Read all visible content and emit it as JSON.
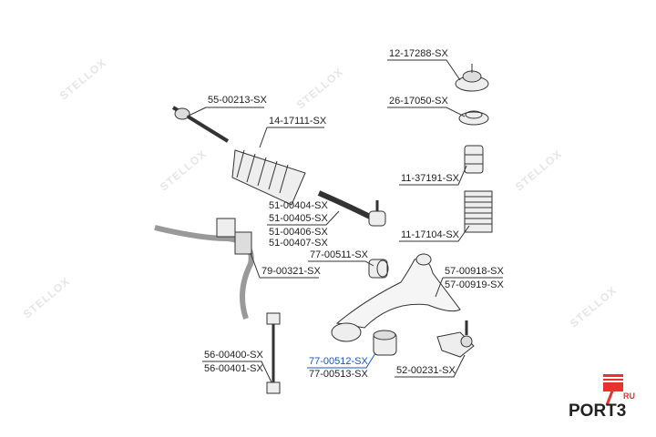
{
  "parts": [
    {
      "id": "55-00213-SX"
    },
    {
      "id": "14-17111-SX"
    },
    {
      "id": "12-17288-SX"
    },
    {
      "id": "26-17050-SX"
    },
    {
      "id": "11-37191-SX"
    },
    {
      "id": "11-17104-SX"
    },
    {
      "id": "51-00404-SX"
    },
    {
      "id": "51-00405-SX"
    },
    {
      "id": "51-00406-SX"
    },
    {
      "id": "51-00407-SX"
    },
    {
      "id": "77-00511-SX"
    },
    {
      "id": "79-00321-SX"
    },
    {
      "id": "57-00918-SX"
    },
    {
      "id": "57-00919-SX"
    },
    {
      "id": "56-00400-SX"
    },
    {
      "id": "56-00401-SX"
    },
    {
      "id": "77-00512-SX"
    },
    {
      "id": "77-00513-SX"
    },
    {
      "id": "52-00231-SX"
    }
  ],
  "selected_part": "77-00512-SX",
  "watermark": "STELLOX",
  "logo": {
    "text": "PORT3",
    "suffix": "RU"
  },
  "colors": {
    "selected": "#1a56c4",
    "logo_red": "#e8322b",
    "line": "#333333"
  }
}
